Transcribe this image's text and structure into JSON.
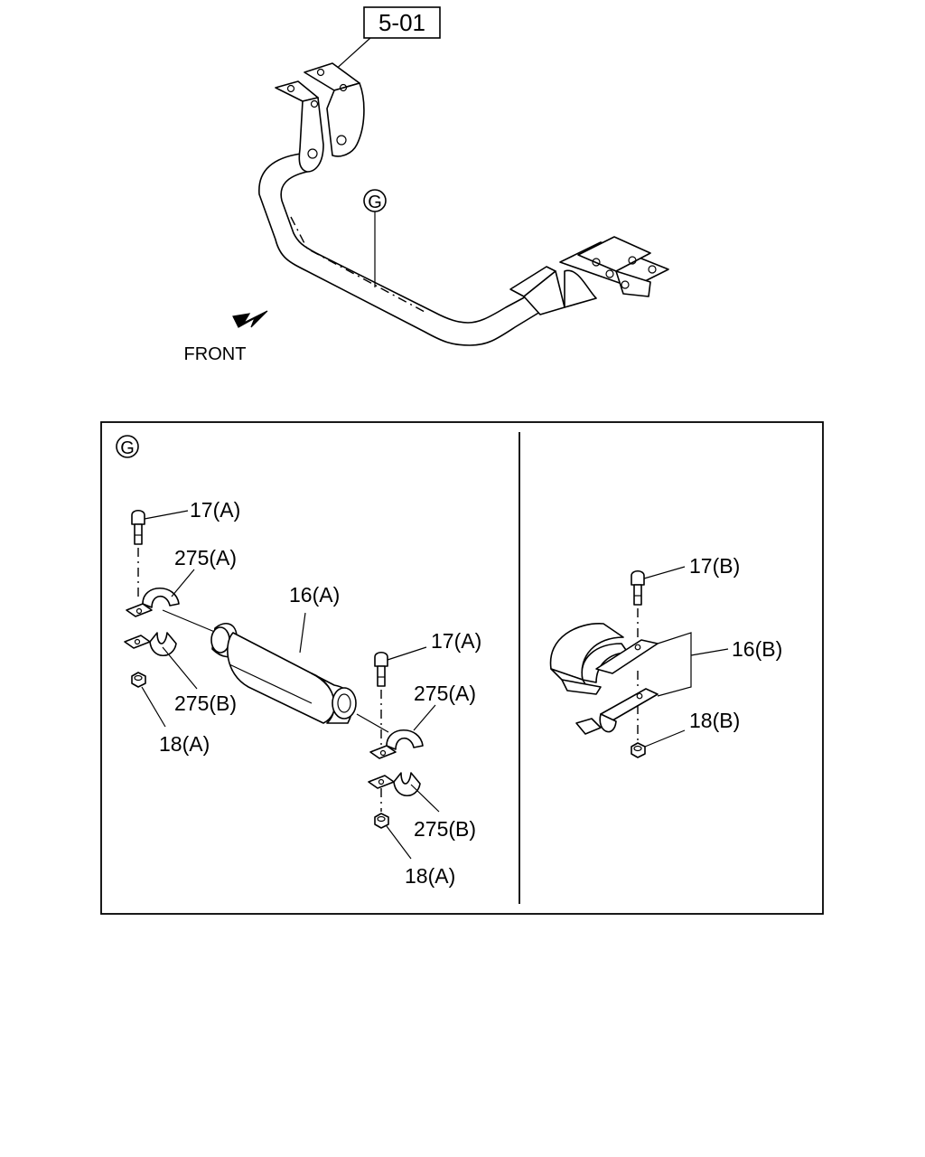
{
  "header": {
    "ref_box": "5-01",
    "view_marker": "G",
    "front_label": "FRONT"
  },
  "detail": {
    "marker": "G",
    "labels": {
      "bolt_left": "17(A)",
      "clamp_upper_left": "275(A)",
      "clamp_lower_left": "275(B)",
      "nut_left": "18(A)",
      "bushing_a": "16(A)",
      "bolt_right": "17(A)",
      "clamp_upper_right": "275(A)",
      "clamp_lower_right": "275(B)",
      "nut_right": "18(A)",
      "bolt_b": "17(B)",
      "bushing_b": "16(B)",
      "nut_b": "18(B)"
    }
  },
  "icons": {
    "front_arrow": "arrow-down-left-icon",
    "circle_marker": "circled-letter-icon"
  }
}
